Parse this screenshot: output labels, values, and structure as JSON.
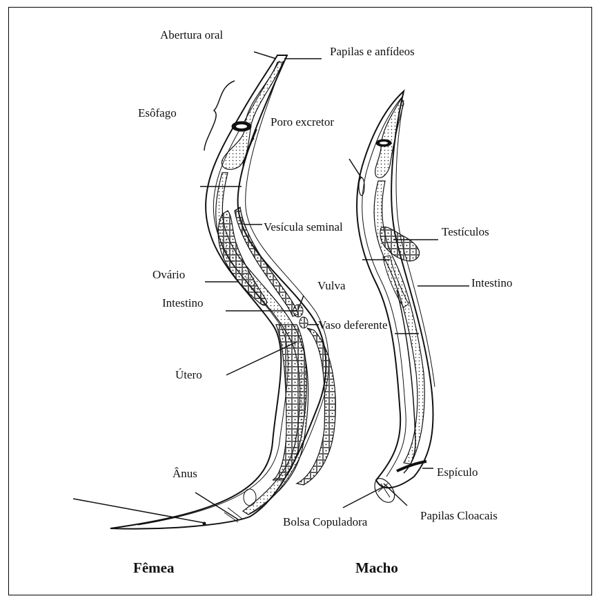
{
  "female_labels": {
    "oral_opening": "Abertura oral",
    "papillae": "Papilas e anfídeos",
    "esophagus": "Esôfago",
    "excretory_pore": "Poro excretor",
    "seminal_vesicle": "Vesícula seminal",
    "ovary": "Ovário",
    "vulva": "Vulva",
    "intestine": "Intestino",
    "uterus": "Útero",
    "anus": "Ânus"
  },
  "male_labels": {
    "testes": "Testículos",
    "intestine": "Intestino",
    "vas_deferens": "Vaso deferente",
    "spicule": "Espículo",
    "copulatory_bursa": "Bolsa Copuladora",
    "cloacal_papillae": "Papilas Cloacais"
  },
  "captions": {
    "female": "Fêmea",
    "male": "Macho"
  }
}
